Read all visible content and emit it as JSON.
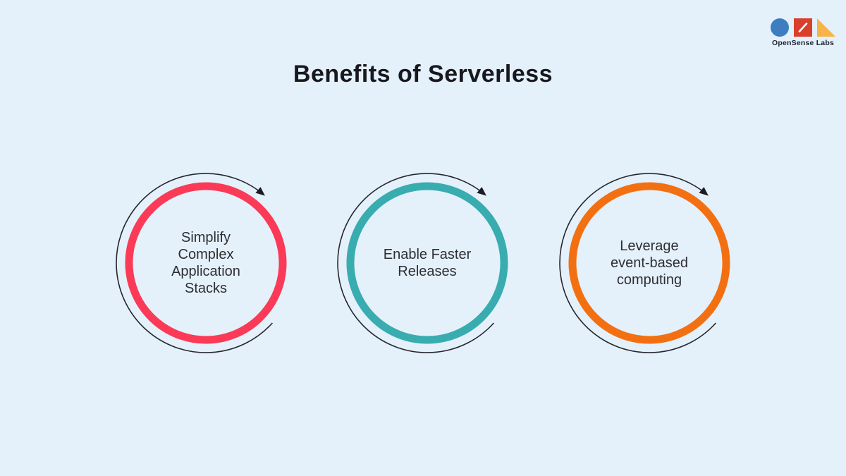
{
  "page": {
    "title": "Benefits of Serverless",
    "background_color": "#e4f1fb",
    "title_color": "#18181e"
  },
  "logo": {
    "brand": "OpenSense Labs",
    "circle_color": "#3e7dc0",
    "square_color": "#d9402b",
    "slash_color": "#ffffff",
    "triangle_color": "#f6b44a"
  },
  "diagram": {
    "arc_color": "#26262e",
    "arrow_color": "#1c1c22",
    "benefits": [
      {
        "id": "simplify-complex-application-stacks",
        "lines": [
          "Simplify",
          "Complex",
          "Application",
          "Stacks"
        ],
        "ring_color": "#fa3a57"
      },
      {
        "id": "enable-faster-releases",
        "lines": [
          "Enable Faster",
          "Releases"
        ],
        "ring_color": "#39acb0"
      },
      {
        "id": "leverage-event-based-computing",
        "lines": [
          "Leverage",
          "event-based",
          "computing"
        ],
        "ring_color": "#f37012"
      }
    ]
  }
}
